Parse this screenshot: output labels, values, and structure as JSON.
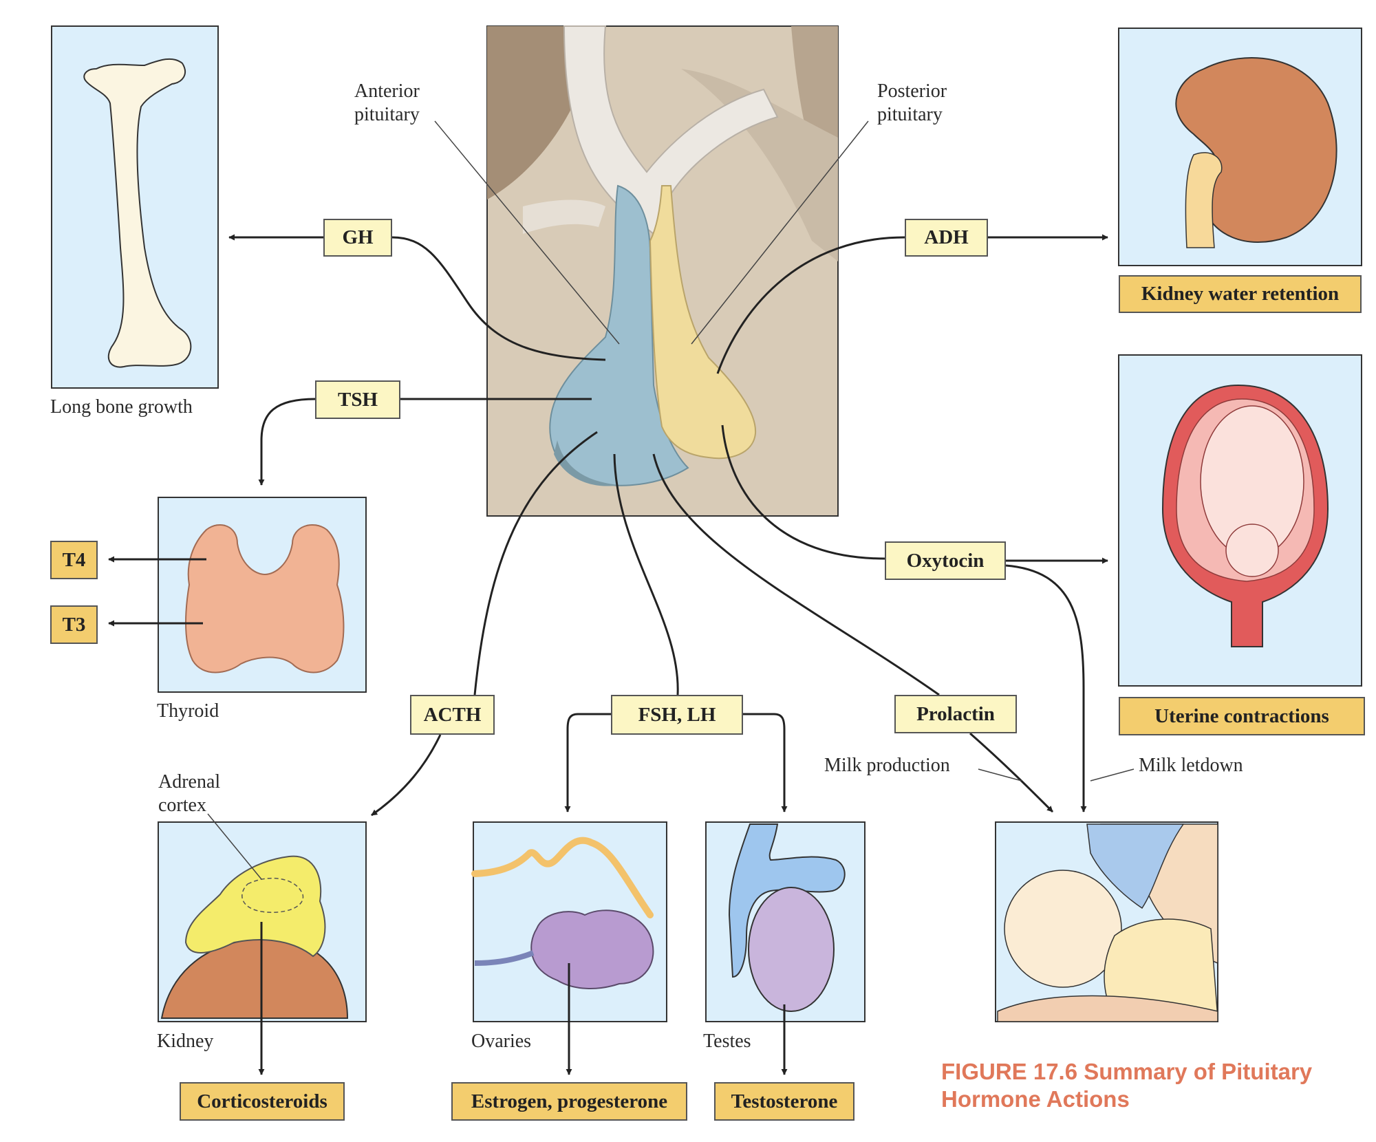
{
  "pituitary": {
    "anterior_label": "Anterior\npituitary",
    "posterior_label": "Posterior\npituitary"
  },
  "hormones": {
    "gh": "GH",
    "tsh": "TSH",
    "adh": "ADH",
    "oxytocin": "Oxytocin",
    "acth": "ACTH",
    "fsh_lh": "FSH, LH",
    "prolactin": "Prolactin"
  },
  "targets": {
    "long_bone": "Long bone growth",
    "thyroid": "Thyroid",
    "adrenal_cortex": "Adrenal\ncortex",
    "kidney": "Kidney",
    "ovaries": "Ovaries",
    "testes": "Testes"
  },
  "outputs": {
    "t4": "T4",
    "t3": "T3",
    "kidney_water": "Kidney water retention",
    "uterine": "Uterine contractions",
    "corticosteroids": "Corticosteroids",
    "estrogen": "Estrogen, progesterone",
    "testosterone": "Testosterone"
  },
  "annotations": {
    "milk_production": "Milk production",
    "milk_letdown": "Milk letdown"
  },
  "caption": {
    "line1": "FIGURE 17.6  Summary of Pituitary",
    "line2": "Hormone Actions"
  },
  "colors": {
    "panel_bg": "#dceffb",
    "hormone_box": "#fcf6c4",
    "output_box": "#f3cd6e",
    "anterior": "#9dbfcf",
    "posterior": "#f0dc9c",
    "caption": "#e0785a"
  }
}
